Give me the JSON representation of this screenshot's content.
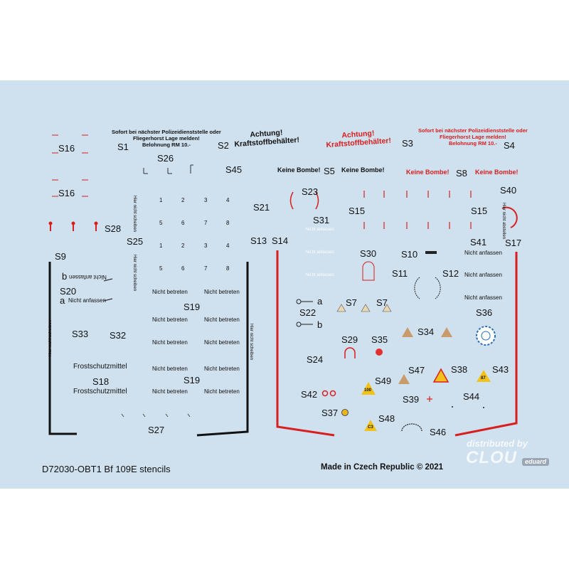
{
  "sheet": {
    "background": "#cfe0ee",
    "stencil_red": "#d81e1e",
    "labels": {
      "s1": "S1",
      "s2": "S2",
      "s3": "S3",
      "s4": "S4",
      "s5": "S5",
      "s7a": "S7",
      "s7b": "S7",
      "s8": "S8",
      "s9": "S9",
      "s10": "S10",
      "s11": "S11",
      "s12": "S12",
      "s13": "S13",
      "s14": "S14",
      "s15a": "S15",
      "s15b": "S15",
      "s16a": "S16",
      "s16b": "S16",
      "s17": "S17",
      "s18": "S18",
      "s19a": "S19",
      "s19b": "S19",
      "s20": "S20",
      "s21": "S21",
      "s22": "S22",
      "s23": "S23",
      "s24": "S24",
      "s25": "S25",
      "s26": "S26",
      "s27": "S27",
      "s28": "S28",
      "s29": "S29",
      "s30": "S30",
      "s31": "S31",
      "s32": "S32",
      "s33": "S33",
      "s34": "S34",
      "s35": "S35",
      "s36": "S36",
      "s37": "S37",
      "s38": "S38",
      "s39": "S39",
      "s40": "S40",
      "s41": "S41",
      "s42": "S42",
      "s43": "S43",
      "s44": "S44",
      "s45": "S45",
      "s46": "S46",
      "s47": "S47",
      "s48": "S48",
      "s49": "S49"
    },
    "police_notice_lines": [
      "Sofort bei nächster Polizeidienststelle oder",
      "Fliegerhorst Lage melden!",
      "Belohnung RM 10.-"
    ],
    "achtung_lines": [
      "Achtung!",
      "Kraftstoffbehälter!"
    ],
    "keine_bombe": "Keine Bombe!",
    "nicht_betreten": "Nicht betreten",
    "nicht_anfassen": "Nicht anfassen",
    "hier_nicht_abstellen": "Hier nicht abstellen",
    "hier_nicht_abstellen_alt": "Hier nicht scheiben",
    "frostschutzmittel": "Frostschutzmittel",
    "marker_a": "a",
    "marker_b": "b",
    "grid_numbers": [
      "1",
      "2",
      "3",
      "4",
      "5",
      "6",
      "7",
      "8"
    ],
    "sign_100": "100",
    "sign_c3": "C3",
    "sign_87": "87"
  },
  "footer": {
    "product": "D72030-OBT1  Bf 109E stencils",
    "made_in": "Made in Czech Republic ©  2021",
    "watermark": "distributed by",
    "watermark_brand": "CLOU",
    "maker_logo": "eduard"
  }
}
